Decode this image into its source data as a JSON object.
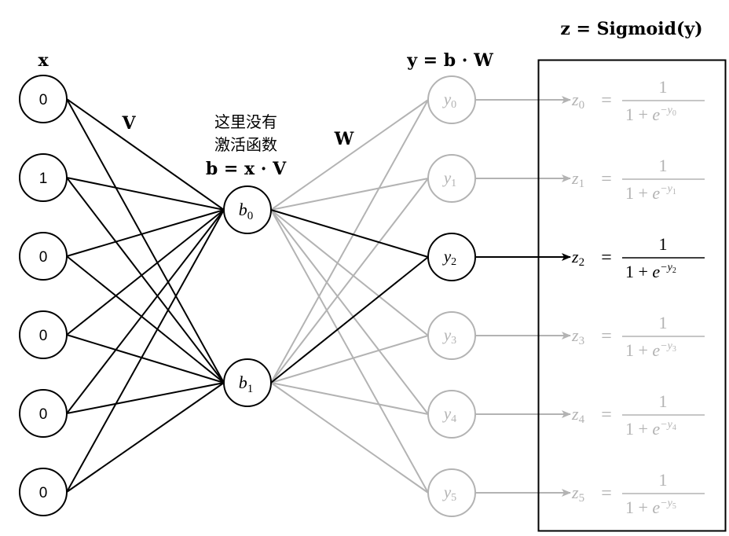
{
  "colors": {
    "active": "#000000",
    "inactive": "#b3b3b3",
    "background": "#ffffff"
  },
  "labels": {
    "input_layer": "x",
    "weights_v": "V",
    "weights_w": "W",
    "note_line1": "这里没有",
    "note_line2": "激活函数",
    "hidden_formula": "b = x · V",
    "output_formula": "y = b · W",
    "sigmoid_formula": "z = Sigmoid(y)"
  },
  "inputs": [
    {
      "value": "0"
    },
    {
      "value": "1"
    },
    {
      "value": "0"
    },
    {
      "value": "0"
    },
    {
      "value": "0"
    },
    {
      "value": "0"
    }
  ],
  "hidden": [
    {
      "name": "b",
      "sub": "0"
    },
    {
      "name": "b",
      "sub": "1"
    }
  ],
  "outputs": [
    {
      "name": "y",
      "sub": "0",
      "active": false
    },
    {
      "name": "y",
      "sub": "1",
      "active": false
    },
    {
      "name": "y",
      "sub": "2",
      "active": true
    },
    {
      "name": "y",
      "sub": "3",
      "active": false
    },
    {
      "name": "y",
      "sub": "4",
      "active": false
    },
    {
      "name": "y",
      "sub": "5",
      "active": false
    }
  ],
  "sigmoid": {
    "lhs_name": "z",
    "equals": "=",
    "numerator": "1",
    "denom_prefix": "1 + e",
    "exp_prefix": "−y"
  }
}
